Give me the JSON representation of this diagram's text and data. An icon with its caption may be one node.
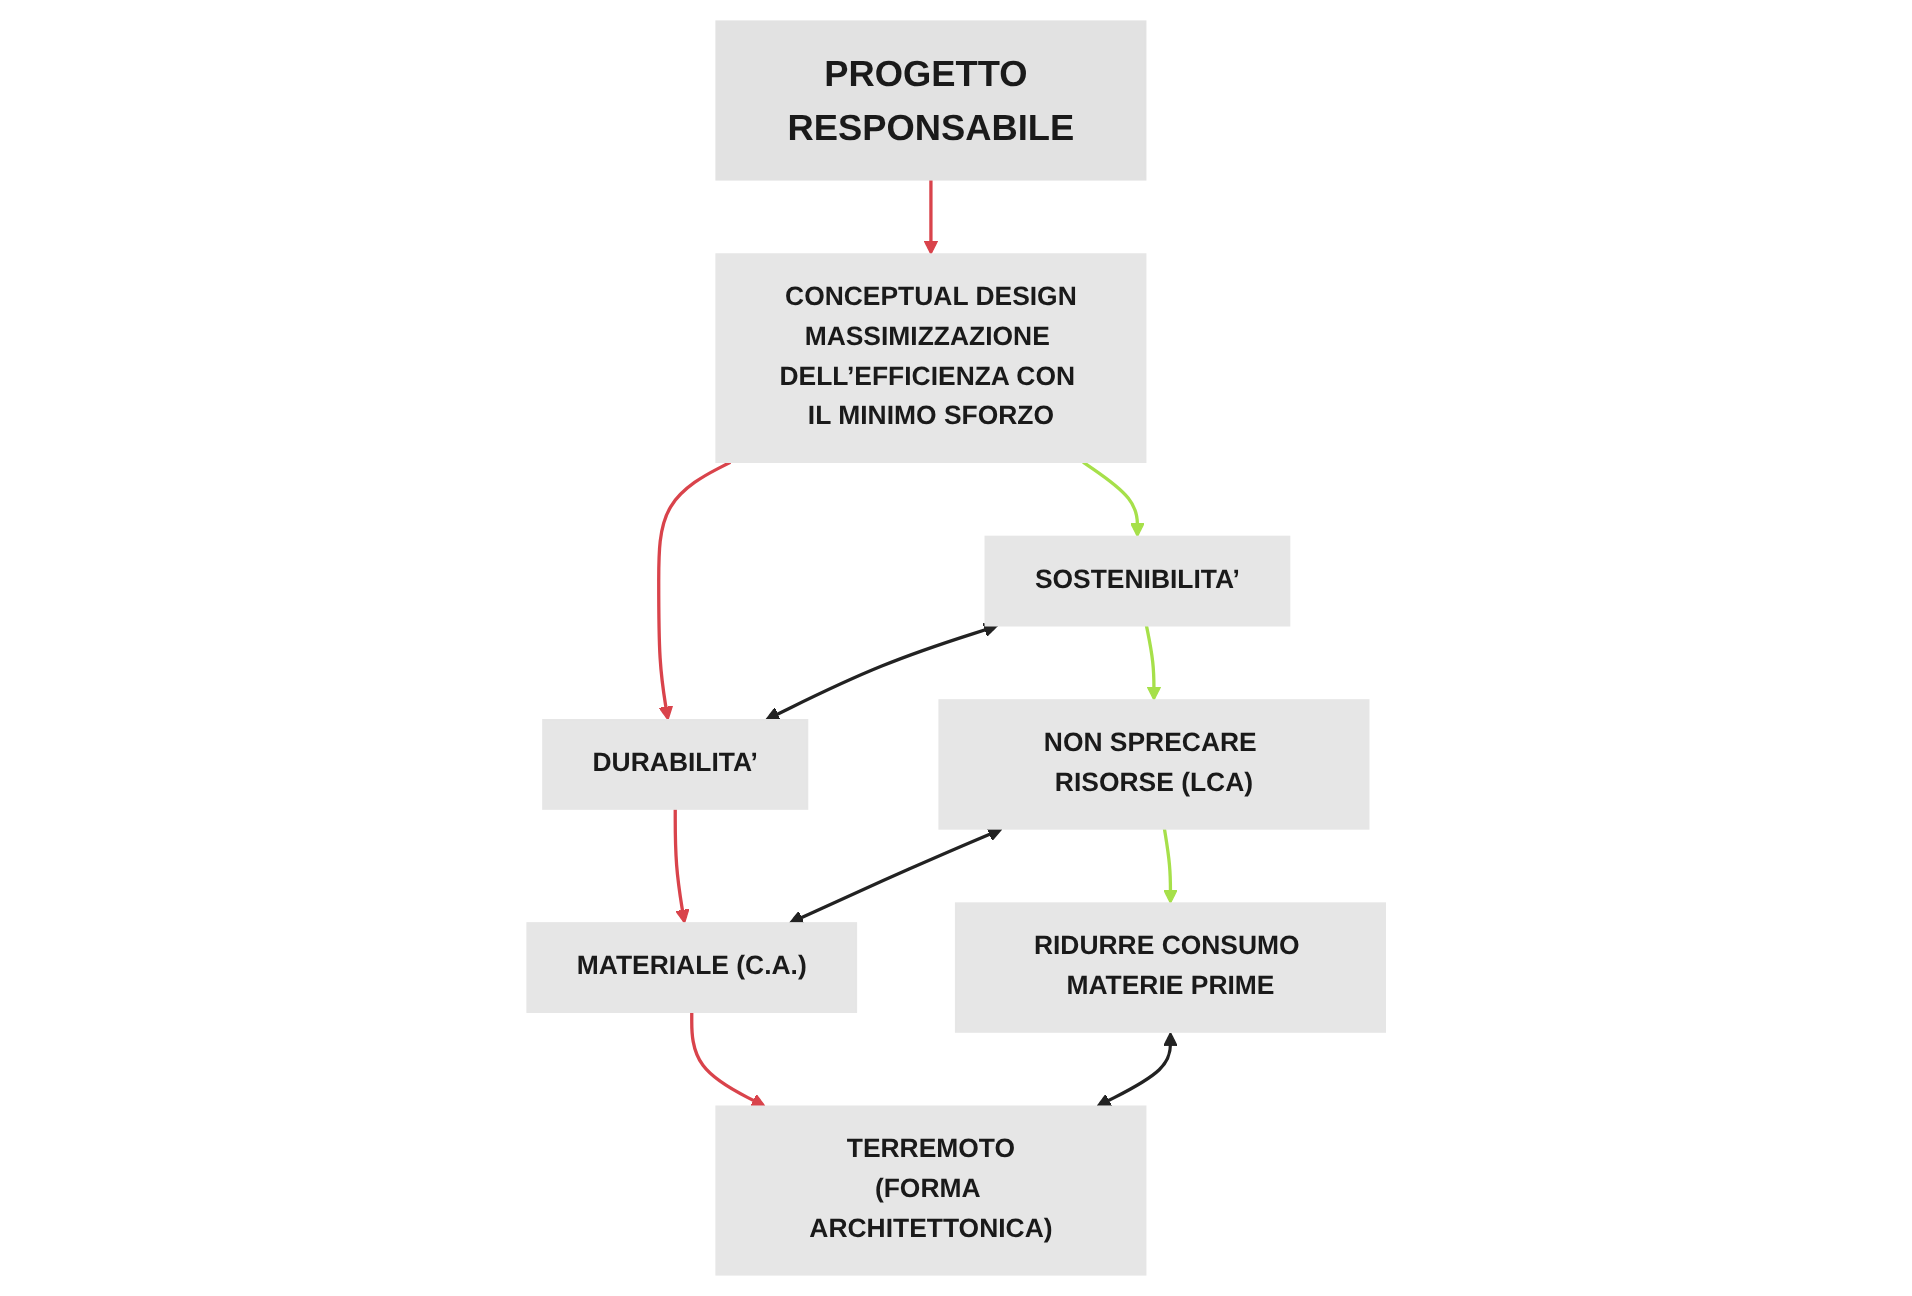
{
  "diagram": {
    "nodes": [
      {
        "text": [
          "PROGETTO RESPONSABILE"
        ]
      },
      {
        "text": [
          "CONCEPTUAL DESIGN",
          "MASSIMIZZAZIONE DELL’EFFICIENZA CON IL MINIMO SFORZO"
        ]
      },
      {
        "text": [
          "SOSTENIBILITA’"
        ]
      },
      {
        "text": [
          "DURABILITA’"
        ]
      },
      {
        "text": [
          "NON SPRECARE RISORSE (LCA)"
        ]
      },
      {
        "text": [
          "MATERIALE (C.A.)"
        ]
      },
      {
        "text": [
          "RIDURRE CONSUMO MATERIE PRIME"
        ]
      },
      {
        "text": [
          "TERREMOTO",
          "(FORMA ARCHITETTONICA)"
        ]
      }
    ],
    "edges": [
      {
        "from": 0,
        "to": 1,
        "arrow": "to",
        "color": "#d9434b"
      },
      {
        "from": 1,
        "to": 2,
        "arrow": "to",
        "color": "#a6e04a"
      },
      {
        "from": 1,
        "to": 3,
        "arrow": "to",
        "color": "#d9434b"
      },
      {
        "from": 2,
        "to": 3,
        "arrow": "both",
        "color": "#222222"
      },
      {
        "from": 2,
        "to": 4,
        "arrow": "to",
        "color": "#a6e04a"
      },
      {
        "from": 3,
        "to": 5,
        "arrow": "to",
        "color": "#d9434b"
      },
      {
        "from": 4,
        "to": 5,
        "arrow": "both",
        "color": "#222222"
      },
      {
        "from": 4,
        "to": 6,
        "arrow": "to",
        "color": "#a6e04a"
      },
      {
        "from": 5,
        "to": 7,
        "arrow": "to",
        "color": "#d9434b"
      },
      {
        "from": 6,
        "to": 7,
        "arrow": "both",
        "color": "#222222"
      }
    ]
  }
}
